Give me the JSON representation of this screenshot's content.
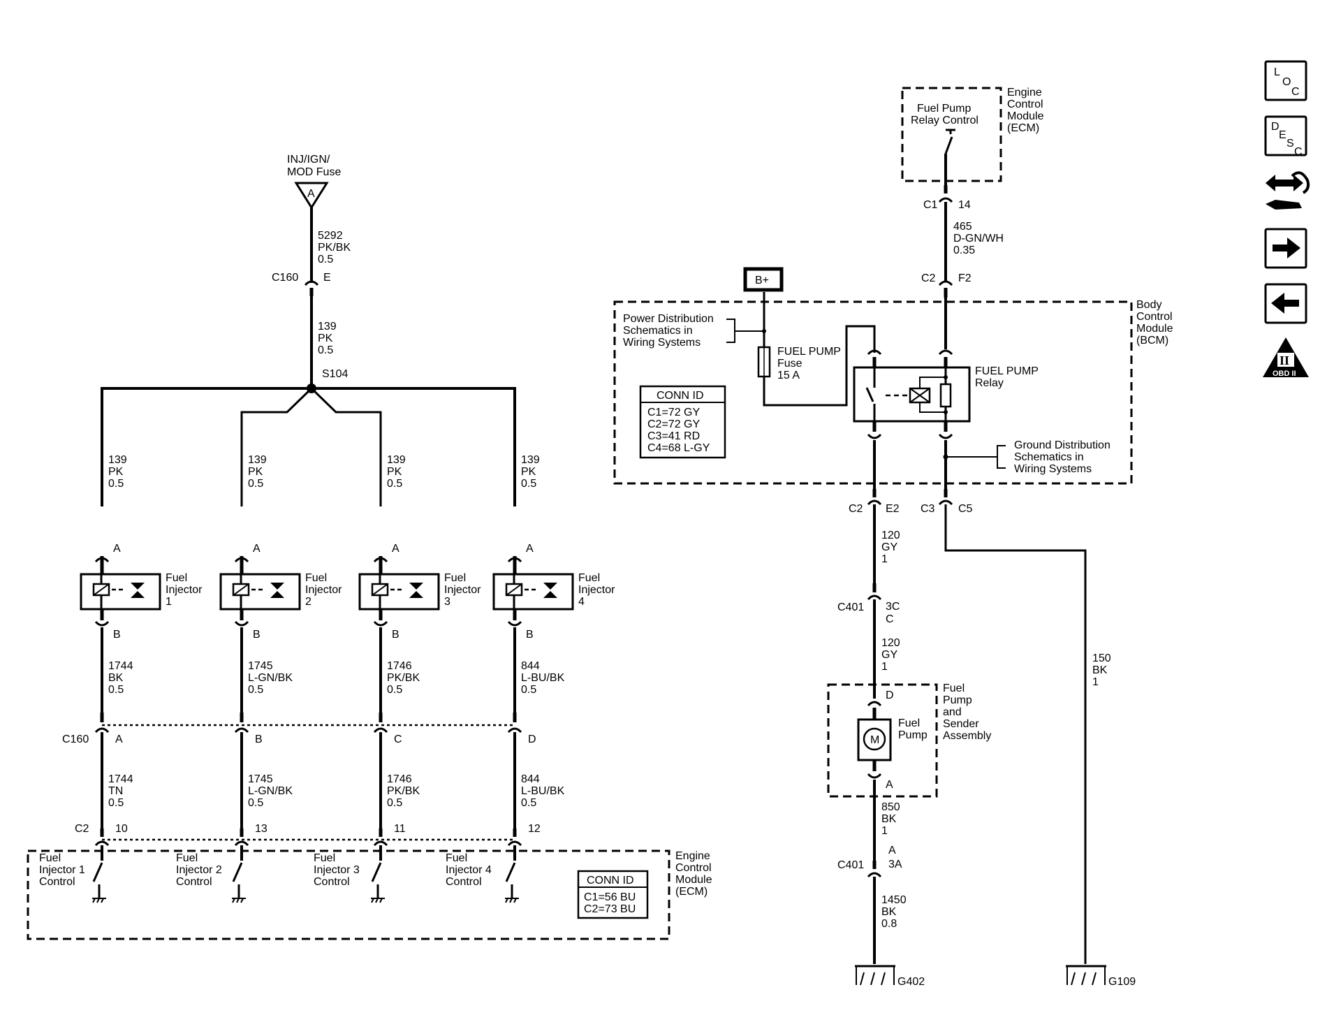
{
  "fuse_source": {
    "label1": "INJ/IGN/",
    "label2": "MOD Fuse",
    "pin": "A"
  },
  "top_wire": {
    "circuit": "5292",
    "color": "PK/BK",
    "size": "0.5"
  },
  "c160_top": {
    "name": "C160",
    "pin": "E"
  },
  "pk_wire": {
    "circuit": "139",
    "color": "PK",
    "size": "0.5"
  },
  "splice": "S104",
  "injectors": [
    {
      "w_c": "139",
      "w_col": "PK",
      "w_sz": "0.5",
      "pin_a": "A",
      "name1": "Fuel",
      "name2": "Injector",
      "num": "1",
      "pin_b": "B",
      "o_c": "1744",
      "o_col": "BK",
      "o_sz": "0.5",
      "c160_pin": "A",
      "l_c": "1744",
      "l_col": "TN",
      "l_sz": "0.5",
      "c2_pin": "10",
      "ctl1": "Fuel",
      "ctl2": "Injector 1",
      "ctl3": "Control"
    },
    {
      "w_c": "139",
      "w_col": "PK",
      "w_sz": "0.5",
      "pin_a": "A",
      "name1": "Fuel",
      "name2": "Injector",
      "num": "2",
      "pin_b": "B",
      "o_c": "1745",
      "o_col": "L-GN/BK",
      "o_sz": "0.5",
      "c160_pin": "B",
      "l_c": "1745",
      "l_col": "L-GN/BK",
      "l_sz": "0.5",
      "c2_pin": "13",
      "ctl1": "Fuel",
      "ctl2": "Injector 2",
      "ctl3": "Control"
    },
    {
      "w_c": "139",
      "w_col": "PK",
      "w_sz": "0.5",
      "pin_a": "A",
      "name1": "Fuel",
      "name2": "Injector",
      "num": "3",
      "pin_b": "B",
      "o_c": "1746",
      "o_col": "PK/BK",
      "o_sz": "0.5",
      "c160_pin": "C",
      "l_c": "1746",
      "l_col": "PK/BK",
      "l_sz": "0.5",
      "c2_pin": "11",
      "ctl1": "Fuel",
      "ctl2": "Injector 3",
      "ctl3": "Control"
    },
    {
      "w_c": "139",
      "w_col": "PK",
      "w_sz": "0.5",
      "pin_a": "A",
      "name1": "Fuel",
      "name2": "Injector",
      "num": "4",
      "pin_b": "B",
      "o_c": "844",
      "o_col": "L-BU/BK",
      "o_sz": "0.5",
      "c160_pin": "D",
      "l_c": "844",
      "l_col": "L-BU/BK",
      "l_sz": "0.5",
      "c2_pin": "12",
      "ctl1": "Fuel",
      "ctl2": "Injector 4",
      "ctl3": "Control"
    }
  ],
  "c160_left": "C160",
  "c2_left": "C2",
  "ecm_bottom": {
    "l1": "Engine",
    "l2": "Control",
    "l3": "Module",
    "l4": "(ECM)"
  },
  "conn_id_ecm": {
    "title": "CONN ID",
    "c1": "C1=56 BU",
    "c2": "C2=73 BU"
  },
  "ecm_top": {
    "l1": "Engine",
    "l2": "Control",
    "l3": "Module",
    "l4": "(ECM)",
    "relay_ctl1": "Fuel Pump",
    "relay_ctl2": "Relay Control"
  },
  "c1_conn": {
    "name": "C1",
    "pin": "14"
  },
  "dgn_wire": {
    "circuit": "465",
    "color": "D-GN/WH",
    "size": "0.35"
  },
  "c2_f2": {
    "name": "C2",
    "pin": "F2"
  },
  "bplus": "B+",
  "power_dist": {
    "l1": "Power Distribution",
    "l2": "Schematics in",
    "l3": "Wiring Systems"
  },
  "fp_fuse": {
    "l1": "FUEL PUMP",
    "l2": "Fuse",
    "l3": "15 A"
  },
  "fp_relay": {
    "l1": "FUEL PUMP",
    "l2": "Relay"
  },
  "bcm": {
    "l1": "Body",
    "l2": "Control",
    "l3": "Module",
    "l4": "(BCM)"
  },
  "conn_id_bcm": {
    "title": "CONN ID",
    "c1": "C1=72 GY",
    "c2": "C2=72 GY",
    "c3": "C3=41 RD",
    "c4": "C4=68 L-GY"
  },
  "ground_dist": {
    "l1": "Ground Distribution",
    "l2": "Schematics in",
    "l3": "Wiring Systems"
  },
  "c2_e2": {
    "name": "C2",
    "pin": "E2"
  },
  "c3_c5": {
    "name": "C3",
    "pin": "C5"
  },
  "gy_wire": {
    "circuit": "120",
    "color": "GY",
    "size": "1"
  },
  "c401_top": {
    "name": "C401",
    "pin": "3C",
    "pin2": "C"
  },
  "gy_wire2": {
    "circuit": "120",
    "color": "GY",
    "size": "1"
  },
  "pump": {
    "pin_top": "D",
    "label1": "Fuel",
    "label2": "Pump",
    "motor": "M",
    "pin_bot": "A",
    "assy1": "Fuel",
    "assy2": "Pump",
    "assy3": "and",
    "assy4": "Sender",
    "assy5": "Assembly"
  },
  "bk_wire_pump": {
    "circuit": "850",
    "color": "BK",
    "size": "1"
  },
  "c401_bot": {
    "name": "C401",
    "pin": "A",
    "pin2": "3A"
  },
  "bk_wire_ground": {
    "circuit": "1450",
    "color": "BK",
    "size": "0.8"
  },
  "g402": "G402",
  "bk_wire_right": {
    "circuit": "150",
    "color": "BK",
    "size": "1"
  },
  "g109": "G109",
  "nav": {
    "loc": [
      "L",
      "O",
      "C"
    ],
    "desc": [
      "D",
      "E",
      "S",
      "C"
    ],
    "obd": "OBD II",
    "obd_numeral": "II"
  }
}
